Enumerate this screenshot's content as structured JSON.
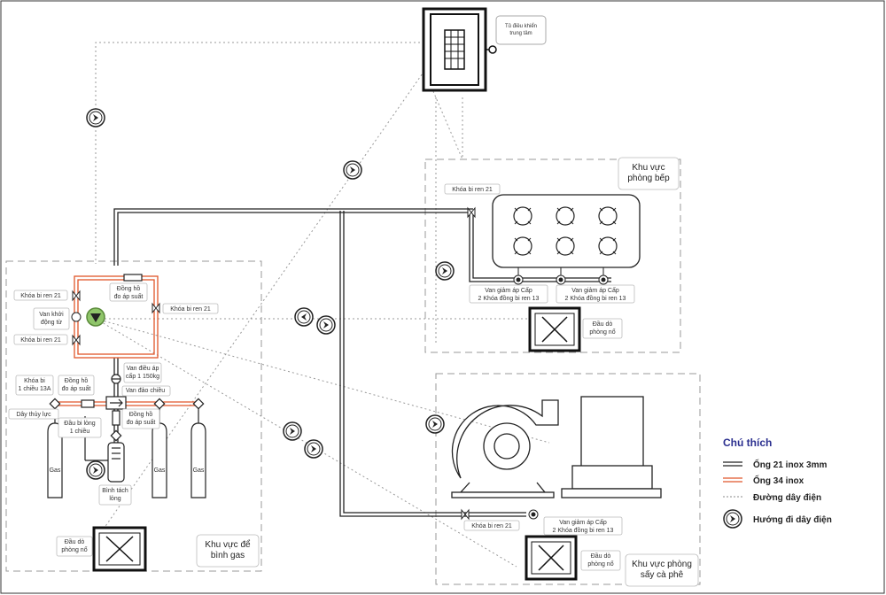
{
  "diagram": {
    "control_cabinet": "Tủ điều khiển trung tâm",
    "areas": {
      "kitchen": "Khu vực phòng bếp",
      "gas": "Khu vực để bình gas",
      "roaster": "Khu vực phòng sấy cà phê"
    },
    "labels": {
      "ball_valve_21": "Khóa bi ren 21",
      "pressure_gauge": "Đồng hồ đo áp suất",
      "start_valve": "Van khởi động từ",
      "one_way_valve": "Khóa bi 1 chiều 13A",
      "level_regulator": "Van điều áp cấp 1 150kg",
      "reversing_valve": "Van đảo chiều",
      "hydraulic_line": "Dây thủy lực",
      "liquid_head": "Đầu bi lỏng 1 chiều",
      "separator": "Bình tách lỏng",
      "gas": "Gas",
      "detector": "Đầu dò phòng nổ",
      "regulator_stage2": "Van giảm áp Cấp 2 Khóa đồng bi ren 13"
    },
    "legend": {
      "title": "Chú thích",
      "items": [
        {
          "label": "Ống 21 inox 3mm",
          "color": "#222222"
        },
        {
          "label": "Ống 34 inox",
          "color": "#e0562a"
        },
        {
          "label": "Đường dây điện",
          "color": "#888888"
        },
        {
          "label": "Hướng đi dây điện",
          "color": "#222222"
        }
      ]
    }
  }
}
